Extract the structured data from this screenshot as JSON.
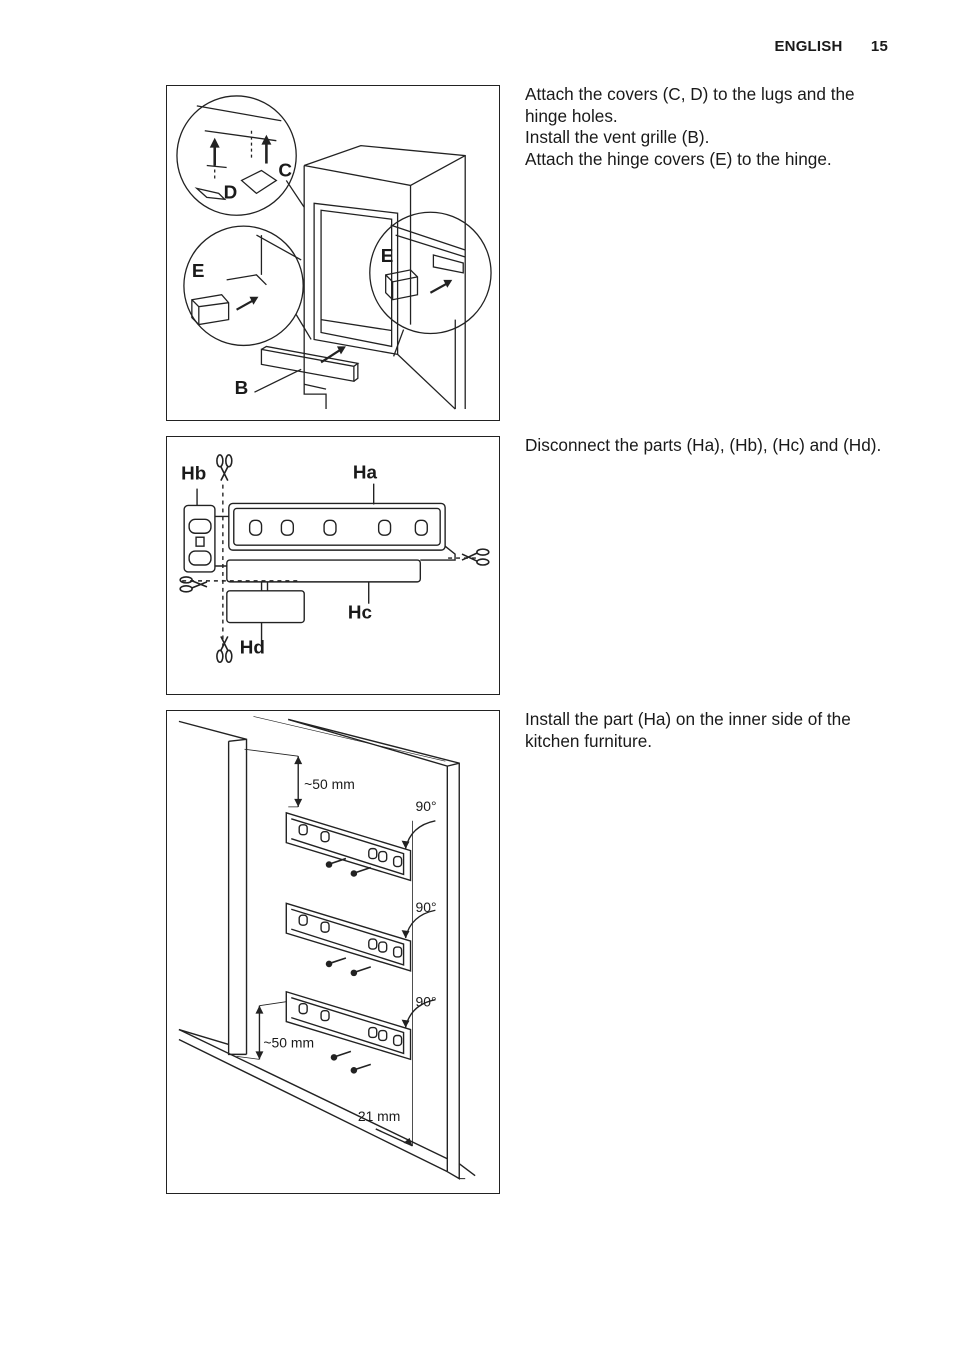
{
  "header": {
    "section": "ENGLISH",
    "page_number": "15"
  },
  "steps": [
    {
      "lines": [
        "Attach the covers (C, D) to the lugs and the hinge holes.",
        "Install the vent grille (B).",
        "Attach the hinge covers (E) to the hinge."
      ],
      "figure_labels": {
        "c": "C",
        "d": "D",
        "e_left": "E",
        "e_right": "E",
        "b": "B"
      }
    },
    {
      "lines": [
        "Disconnect the parts (Ha), (Hb), (Hc) and (Hd)."
      ],
      "figure_labels": {
        "ha": "Ha",
        "hb": "Hb",
        "hc": "Hc",
        "hd": "Hd"
      }
    },
    {
      "lines": [
        "Install the part (Ha) on the inner side of the kitchen furniture."
      ],
      "figure_labels": {
        "dim_top": "~50 mm",
        "angle_1": "90°",
        "angle_2": "90°",
        "angle_3": "90°",
        "dim_bottom": "~50 mm",
        "dim_side": "21 mm"
      }
    }
  ],
  "colors": {
    "text": "#1a1a1a",
    "line": "#222222",
    "background": "#ffffff"
  }
}
